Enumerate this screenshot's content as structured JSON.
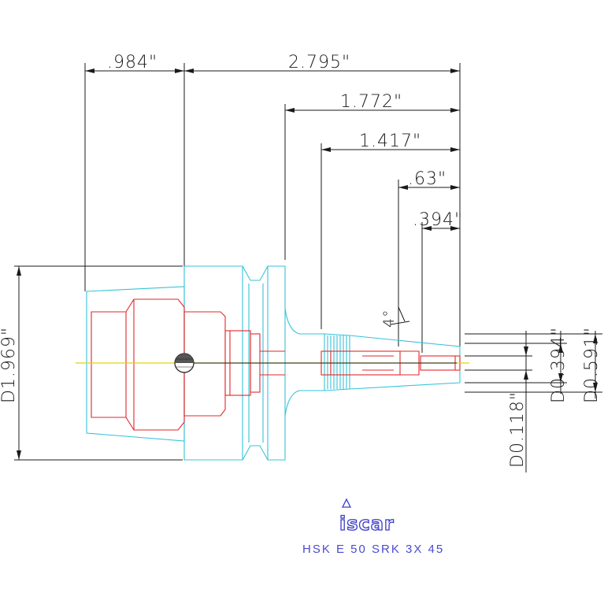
{
  "dimensions": {
    "d984": ".984\"",
    "d2795": "2.795\"",
    "d1772": "1.772\"",
    "d1417": "1.417\"",
    "d63": ".63\"",
    "d394": ".394\"",
    "angle": "4°",
    "dia1969": "D1.969\"",
    "dia0118": "D0.118\"",
    "dia0394": "D0.394\"",
    "dia0591": "D0.591\""
  },
  "logo": {
    "brand": "iscar"
  },
  "caption": "HSK E 50 SRK 3X 45",
  "colors": {
    "dimension_lines": "#1a1a1a",
    "outline": "#36c3d9",
    "hidden_detail": "#e2272b",
    "centerline": "#e6d400",
    "brand": "#3a3ac8"
  }
}
